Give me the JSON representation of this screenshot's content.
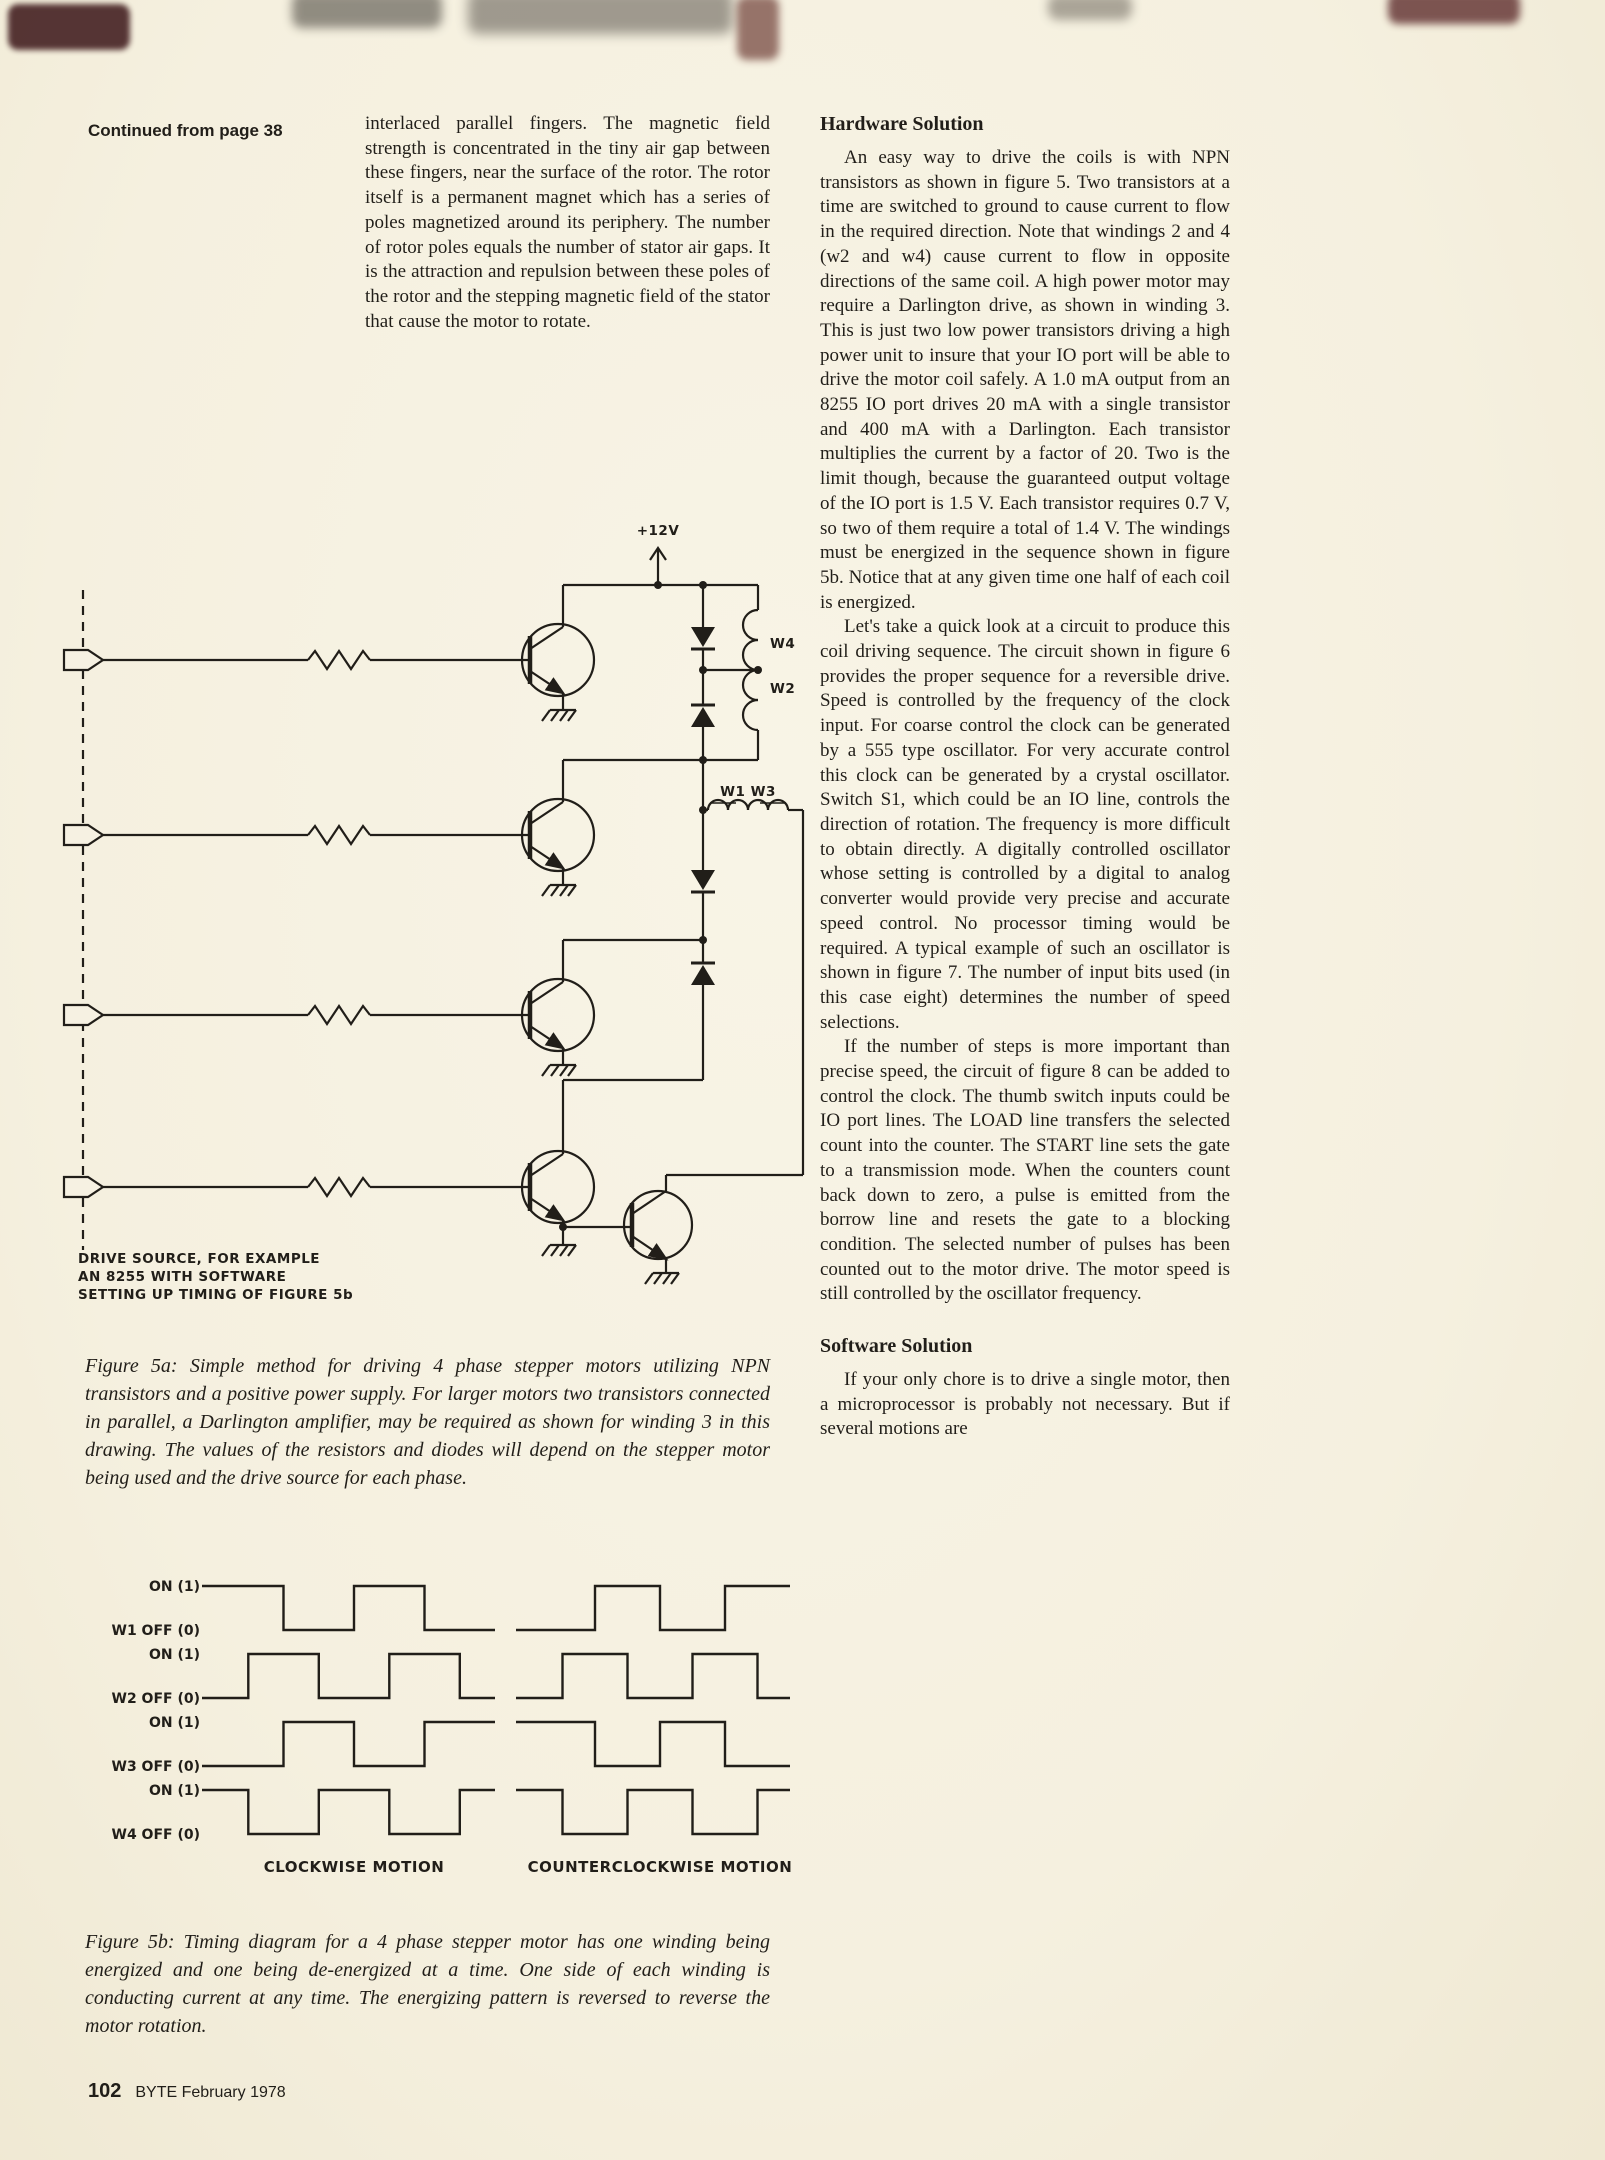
{
  "page": {
    "continued_from": "Continued from page 38",
    "footer": {
      "page_number": "102",
      "magazine": "BYTE February 1978"
    }
  },
  "colors": {
    "paper": "#f6f1e2",
    "ink": "#211e19"
  },
  "middle_column": {
    "text": "interlaced parallel fingers. The magnetic field strength is concentrated in the tiny air gap between these fingers, near the surface of the rotor. The rotor itself is a permanent magnet which has a series of poles magnetized around its periphery. The number of rotor poles equals the number of stator air gaps. It is the attraction and repulsion between these poles of the rotor and the stepping magnetic field of the stator that cause the motor to rotate."
  },
  "right_column": {
    "hardware_heading": "Hardware Solution",
    "hardware_paragraphs": [
      "An easy way to drive the coils is with NPN transistors as shown in figure 5. Two transistors at a time are switched to ground to cause current to flow in the required direction. Note that windings 2 and 4 (w2 and w4) cause current to flow in opposite directions of the same coil. A high power motor may require a Darlington drive, as shown in winding 3. This is just two low power transistors driving a high power unit to insure that your IO port will be able to drive the motor coil safely. A 1.0 mA output from an 8255 IO port drives 20 mA with a single transistor and 400 mA with a Darlington. Each transistor multiplies the current by a factor of 20. Two is the limit though, because the guaranteed output voltage of the IO port is 1.5 V. Each transistor requires 0.7 V, so two of them require a total of 1.4 V. The windings must be energized in the sequence shown in figure 5b. Notice that at any given time one half of each coil is energized.",
      "Let's take a quick look at a circuit to produce this coil driving sequence. The circuit shown in figure 6 provides the proper sequence for a reversible drive. Speed is controlled by the frequency of the clock input. For coarse control the clock can be generated by a 555 type oscillator. For very accurate control this clock can be generated by a crystal oscillator. Switch S1, which could be an IO line, controls the direction of rotation. The frequency is more difficult to obtain directly. A digitally controlled oscillator whose setting is controlled by a digital to analog converter would provide very precise and accurate speed control. No processor timing would be required. A typical example of such an oscillator is shown in figure 7. The number of input bits used (in this case eight) determines the number of speed selections.",
      "If the number of steps is more important than precise speed, the circuit of figure 8 can be added to control the clock. The thumb switch inputs could be IO port lines. The LOAD line transfers the selected count into the counter. The START line sets the gate to a transmission mode. When the counters count back down to zero, a pulse is emitted from the borrow line and resets the gate to a blocking condition. The selected number of pulses has been counted out to the motor drive. The motor speed is still controlled by the oscillator frequency."
    ],
    "software_heading": "Software Solution",
    "software_paragraphs": [
      "If your only chore is to drive a single motor, then a microprocessor is probably not necessary. But if several motions are"
    ]
  },
  "figure_5a": {
    "labels": {
      "supply": "+12V",
      "w4": "W4",
      "w2": "W2",
      "w1w3": "W1  W3",
      "drive_source_line1": "DRIVE SOURCE, FOR EXAMPLE",
      "drive_source_line2": "AN 8255 WITH SOFTWARE",
      "drive_source_line3": "SETTING UP TIMING OF FIGURE 5b"
    },
    "caption": "Figure 5a: Simple method for driving 4 phase stepper motors utilizing NPN transistors and a positive power supply. For larger motors two transistors connected in parallel, a Darlington amplifier, may be required as shown for winding 3 in this drawing. The values of the resistors and diodes will depend on the stepper motor being used and the drive source for each phase."
  },
  "figure_5b": {
    "rows": [
      {
        "on_label": "ON (1)",
        "off_label": "W1 OFF (0)"
      },
      {
        "on_label": "ON (1)",
        "off_label": "W2 OFF (0)"
      },
      {
        "on_label": "ON (1)",
        "off_label": "W3 OFF (0)"
      },
      {
        "on_label": "ON (1)",
        "off_label": "W4 OFF (0)"
      }
    ],
    "clockwise_label": "CLOCKWISE MOTION",
    "counterclockwise_label": "COUNTERCLOCKWISE MOTION",
    "caption": "Figure 5b: Timing diagram for a 4 phase stepper motor has one winding being energized and one being de-energized at a time. One side of each winding is conducting current at any time. The energizing pattern is reversed to reverse the motor rotation."
  },
  "chart_data": {
    "type": "line",
    "title": "Figure 5b: 4 phase stepper motor winding timing",
    "windings": [
      "W1",
      "W2",
      "W3",
      "W4"
    ],
    "levels": {
      "on": 1,
      "off": 0
    },
    "clockwise": {
      "W1": [
        1,
        1,
        0,
        0,
        1,
        1,
        0,
        0
      ],
      "W2": [
        0,
        1,
        1,
        0,
        0,
        1,
        1,
        0
      ],
      "W3": [
        0,
        0,
        1,
        1,
        0,
        0,
        1,
        1
      ],
      "W4": [
        1,
        0,
        0,
        1,
        1,
        0,
        0,
        1
      ]
    },
    "counterclockwise": {
      "W1": [
        0,
        0,
        1,
        1,
        0,
        0,
        1,
        1
      ],
      "W2": [
        0,
        1,
        1,
        0,
        0,
        1,
        1,
        0
      ],
      "W3": [
        1,
        1,
        0,
        0,
        1,
        1,
        0,
        0
      ],
      "W4": [
        1,
        0,
        0,
        1,
        1,
        0,
        0,
        1
      ]
    }
  }
}
